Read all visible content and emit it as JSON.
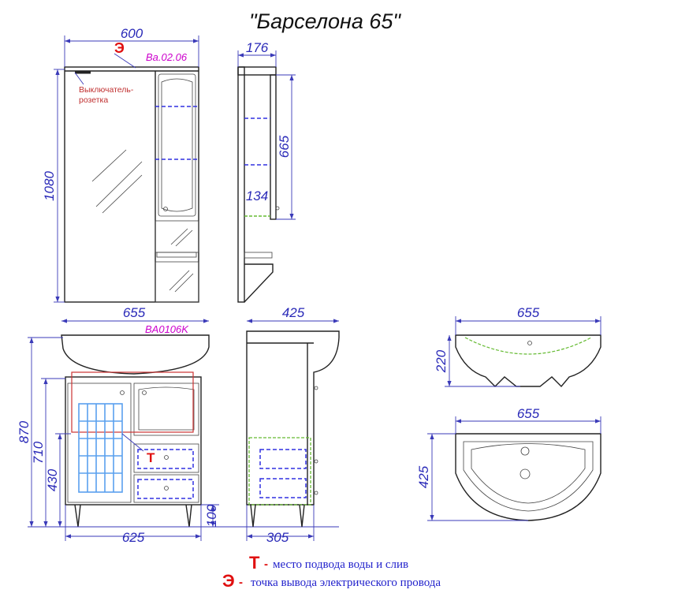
{
  "title": "\"Барселона 65\"",
  "mirror_cabinet": {
    "code": "Ba.02.06",
    "switch_label_line1": "Выключатель-",
    "switch_label_line2": "розетка",
    "electric_marker": "Э",
    "width": "600",
    "height": "1080",
    "depth": "176",
    "column_height": "665",
    "shelf_depth": "134"
  },
  "vanity": {
    "code": "BA0106K",
    "width_top": "655",
    "width_body": "625",
    "height_total": "870",
    "height_body": "710",
    "height_water": "430",
    "leg_height": "100",
    "depth_top": "425",
    "depth_body": "305",
    "water_marker": "Т"
  },
  "basin": {
    "front_width": "655",
    "front_height": "220",
    "plan_width": "655",
    "plan_depth": "425"
  },
  "legend": [
    {
      "marker": "Т",
      "dash": "-",
      "text": "место подвода воды и слив"
    },
    {
      "marker": "Э",
      "dash": "-",
      "text": "точка вывода электрического провода"
    }
  ],
  "colors": {
    "dimension": "#2a2ab8",
    "marker": "#e01010",
    "code": "#cc00cc",
    "green": "#66bb33"
  }
}
